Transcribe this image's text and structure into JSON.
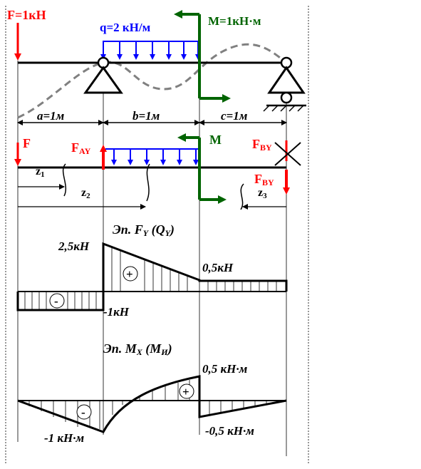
{
  "labels": {
    "force_top": "F=1кН",
    "load_top": "q=2 кН/м",
    "moment_top": "M=1кН·м",
    "span_a": "a=1м",
    "span_b": "b=1м",
    "span_c": "c=1м",
    "force_fbd": "F",
    "reaction_a_main": "F",
    "reaction_a_sub": "AY",
    "reaction_b_main": "F",
    "reaction_b_sub": "BY",
    "reaction_b2_main": "F",
    "reaction_b2_sub": "BY",
    "moment_fbd": "M",
    "z1_main": "z",
    "z1_sub": "1",
    "z2_main": "z",
    "z2_sub": "2",
    "z3_main": "z",
    "z3_sub": "3"
  },
  "shear_diagram": {
    "title_main": "Эп. F",
    "title_sub": "Y",
    "title_paren_open": " (Q",
    "title_paren_sub": "Y",
    "title_paren_close": ")",
    "max_label": "2,5кН",
    "min_label": "-1кН",
    "right_label": "0,5кН",
    "sign_plus": "+",
    "sign_minus": "-"
  },
  "moment_diagram": {
    "title_main": "Эп. M",
    "title_sub": "X",
    "title_paren_open": " (M",
    "title_paren_sub": "И",
    "title_paren_close": ")",
    "max_label": "0,5 кН·м",
    "min_left_label": "-1 кН·м",
    "min_right_label": "-0,5 кН·м",
    "sign_plus": "+",
    "sign_minus": "-"
  },
  "colors": {
    "force": "#ff0000",
    "load": "#0000ff",
    "moment": "#006400",
    "line": "#000000",
    "deflection": "#808080"
  }
}
